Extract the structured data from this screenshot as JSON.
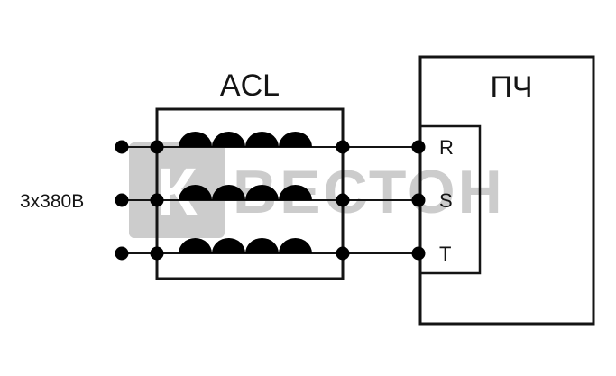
{
  "labels": {
    "acl": "ACL",
    "pch": "ПЧ",
    "voltage": "3x380В"
  },
  "terminals": {
    "r": "R",
    "s": "S",
    "t": "T"
  },
  "watermark": {
    "logo_letter": "К",
    "text": "ВЕСТОН"
  },
  "colors": {
    "line": "#141414",
    "watermark": "#8f8f8f",
    "background": "#ffffff"
  }
}
